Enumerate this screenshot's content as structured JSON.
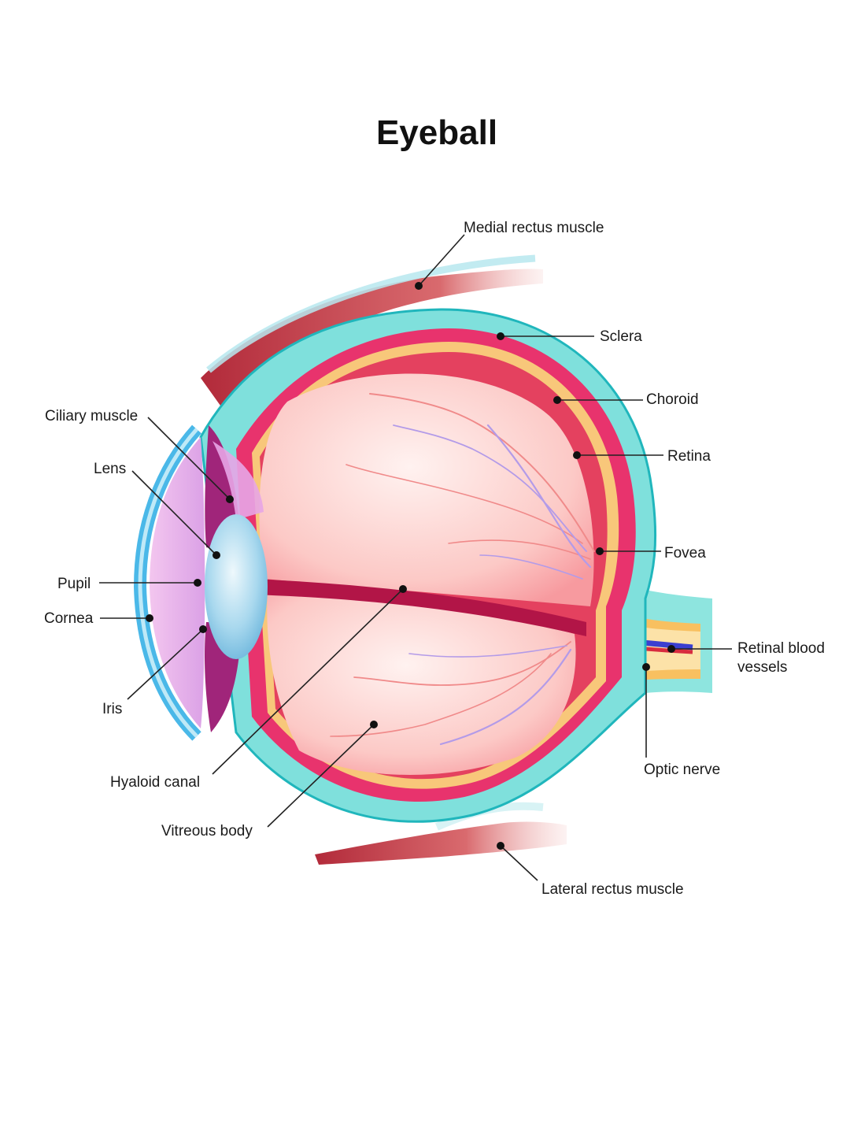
{
  "title": "Eyeball",
  "labels": {
    "medial_rectus_muscle": "Medial rectus muscle",
    "sclera": "Sclera",
    "choroid": "Choroid",
    "retina": "Retina",
    "fovea": "Fovea",
    "retinal_blood_vessels_line1": "Retinal blood",
    "retinal_blood_vessels_line2": "vessels",
    "optic_nerve": "Optic nerve",
    "lateral_rectus_muscle": "Lateral rectus muscle",
    "ciliary_muscle": "Ciliary muscle",
    "lens": "Lens",
    "pupil": "Pupil",
    "cornea": "Cornea",
    "iris": "Iris",
    "hyaloid_canal": "Hyaloid canal",
    "vitreous_body": "Vitreous body"
  },
  "colors": {
    "sclera": "#7fe0dc",
    "sclera_edge": "#1fb7bd",
    "choroid": "#e8336d",
    "retina_band": "#f8c77a",
    "vitreous": "#fbd0d0",
    "lens": "#a9d9ef",
    "cornea": "#58c3ea",
    "iris": "#c54ccc",
    "muscle": "#c9404c",
    "vessel_blue": "#3b3fd0",
    "optic_nerve": "#f8c060"
  }
}
